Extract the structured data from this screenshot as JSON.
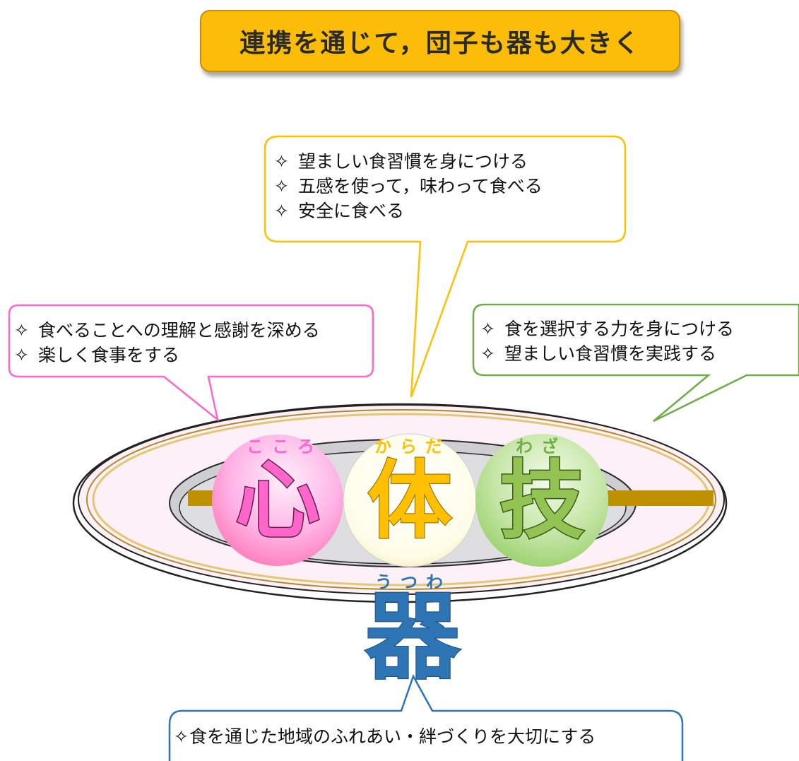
{
  "title": "連携を通じて，団子も器も大きく",
  "bullet_mark": "✧",
  "bubbles": {
    "karada": [
      "望ましい食習慣を身につける",
      "五感を使って，味わって食べる",
      "安全に食べる"
    ],
    "kokoro": [
      "食べることへの理解と感謝を深める",
      "楽しく食事をする"
    ],
    "waza": [
      "食を選択する力を身につける",
      "望ましい食習慣を実践する"
    ],
    "utsuwa": [
      "食を通じた地域のふれあい・絆づくりを大切にする"
    ]
  },
  "dango": [
    {
      "kanji": "心",
      "ruby": "こころ",
      "color": "#ff66cc"
    },
    {
      "kanji": "体",
      "ruby": "からだ",
      "color": "#ffc000"
    },
    {
      "kanji": "技",
      "ruby": "わざ",
      "color": "#92c353"
    }
  ],
  "vessel": {
    "kanji": "器",
    "ruby": "うつわ",
    "color": "#2e75b6"
  },
  "colors": {
    "title_bg": "#fbbd08",
    "kokoro": "#ff66cc",
    "karada": "#ffc000",
    "waza": "#70ad47",
    "utsuwa": "#2e75b6",
    "stick": "#bf9000",
    "plate_fill": "#fdf0f7"
  }
}
